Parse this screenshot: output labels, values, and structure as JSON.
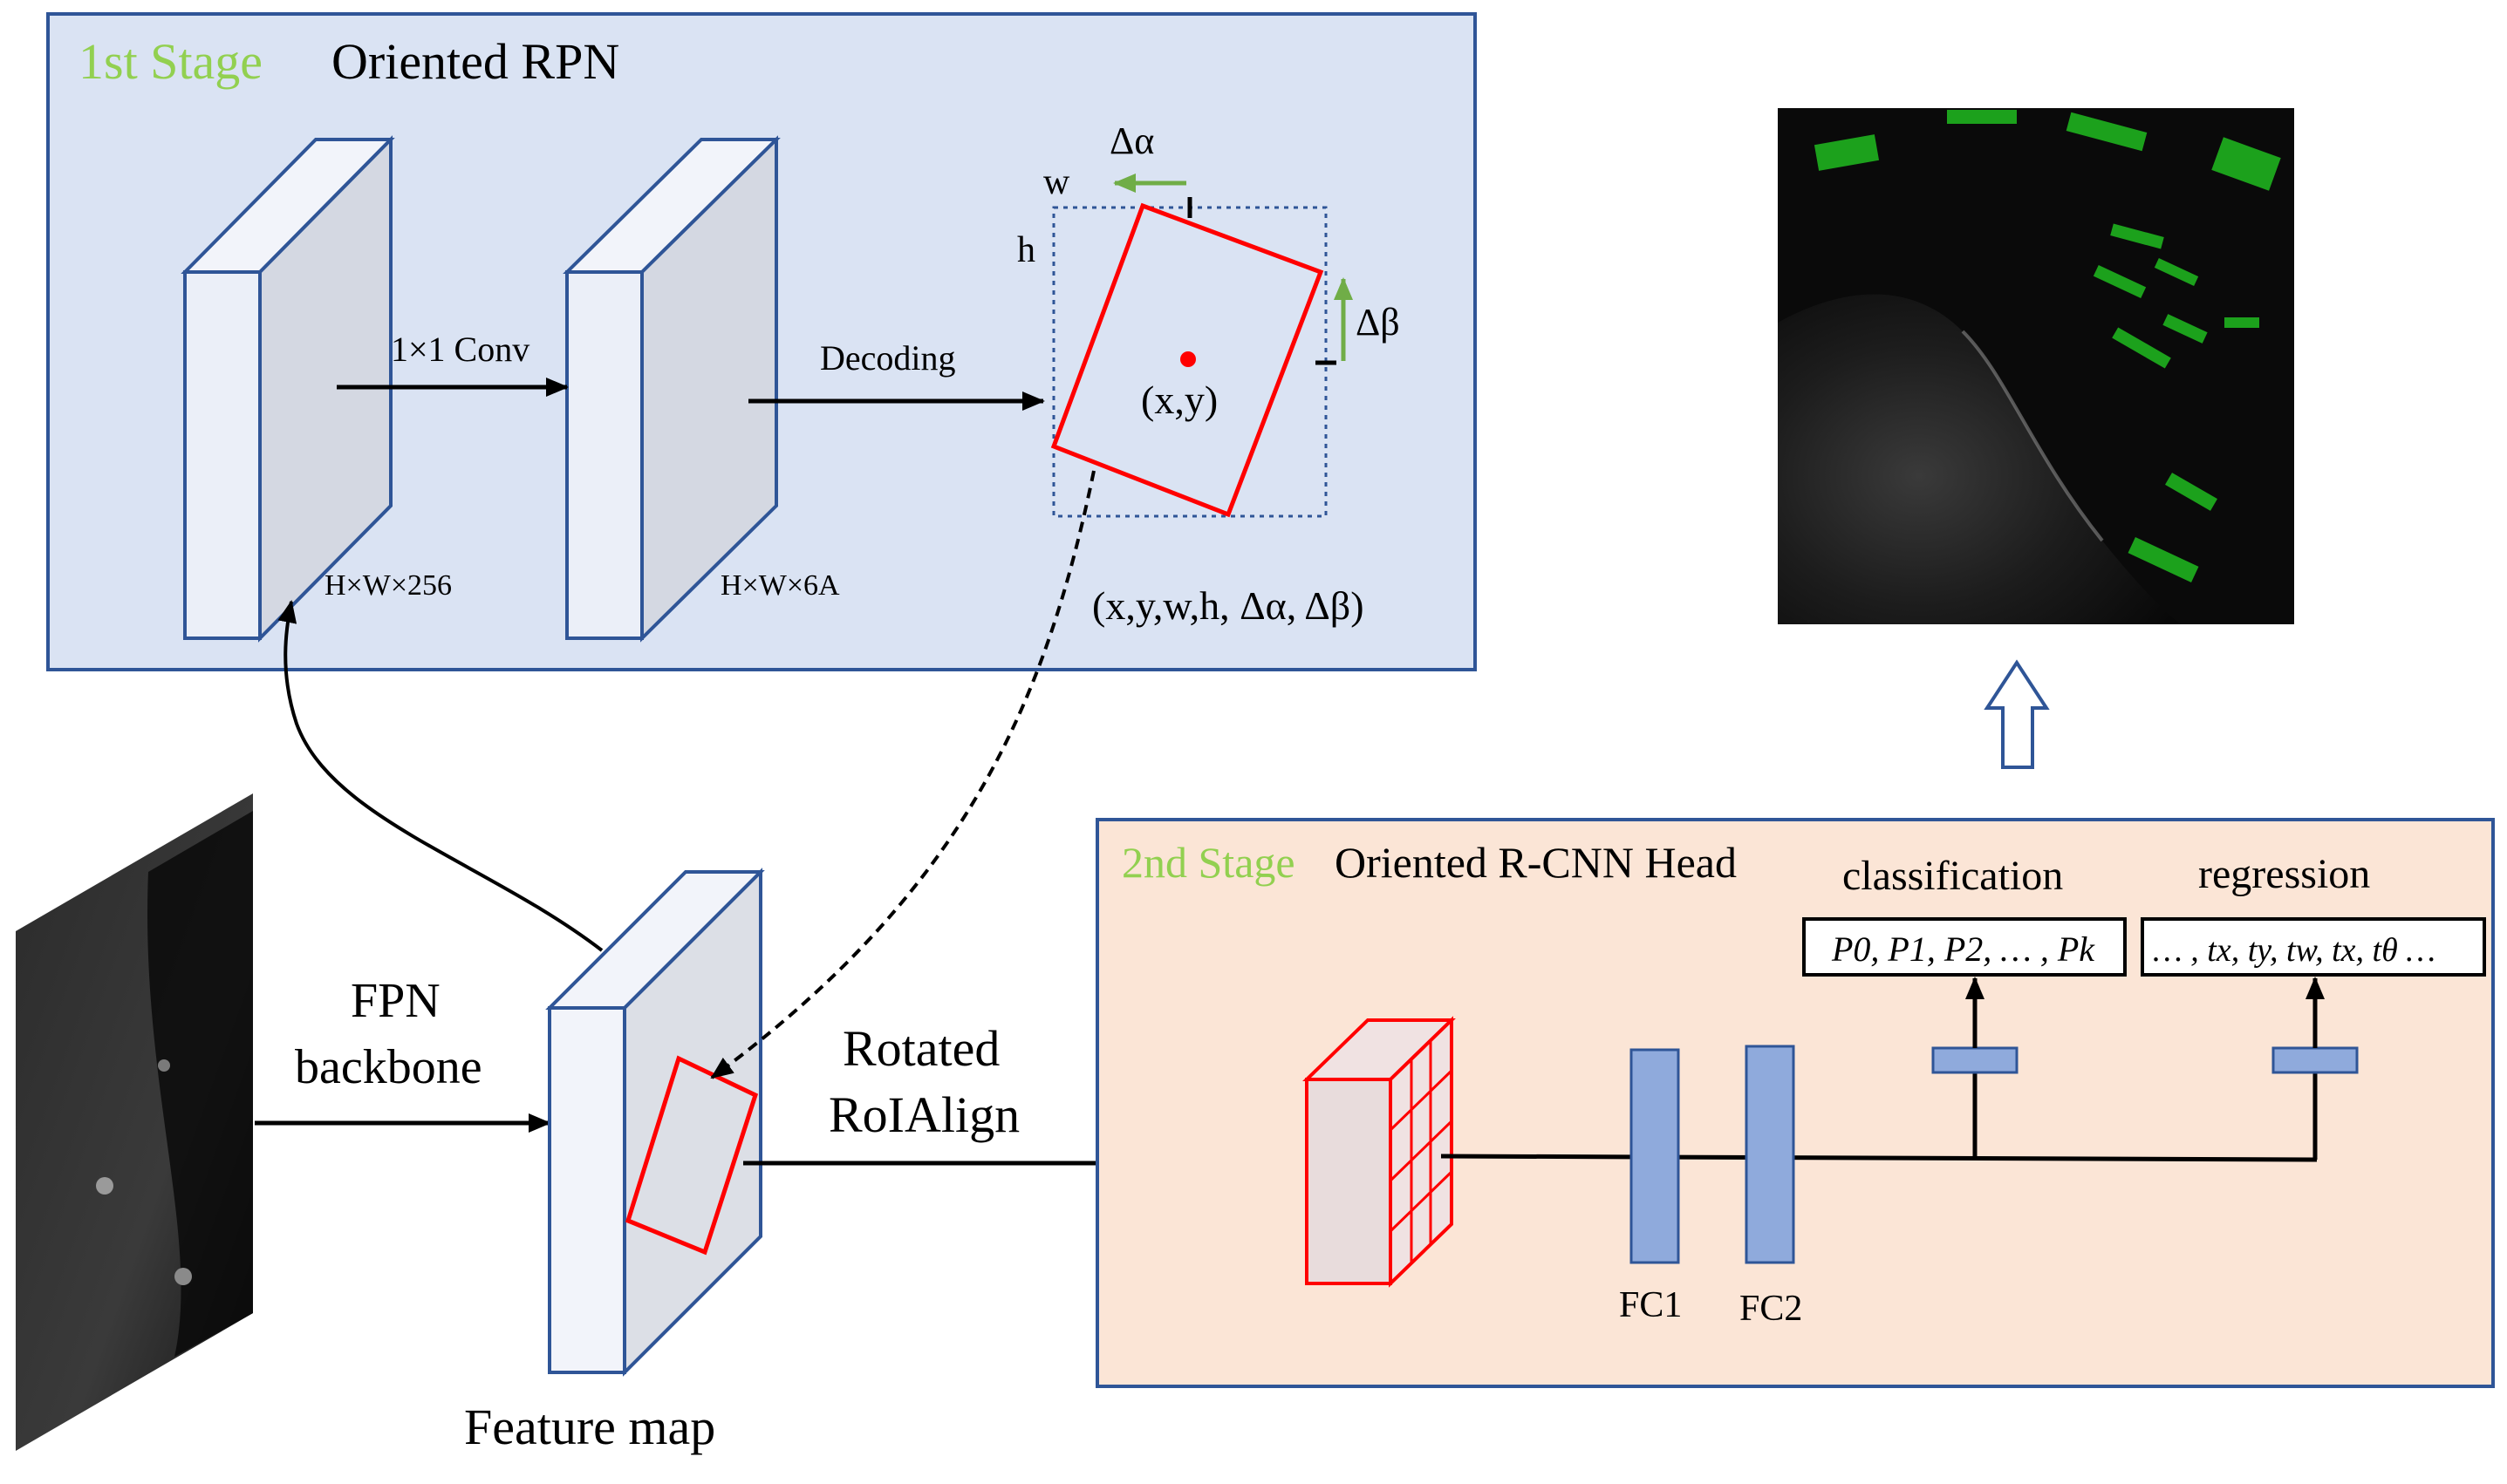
{
  "stage1": {
    "stage_label": "1st Stage",
    "title": "Oriented RPN",
    "conv_label": "1×1 Conv",
    "decoding_label": "Decoding",
    "block1_dims": "H×W×256",
    "block2_dims": "H×W×6A",
    "box_w": "w",
    "box_h": "h",
    "delta_alpha": "Δα",
    "delta_beta": "Δβ",
    "center_label": "(x,y)",
    "output_params": "(x,y,w,h, Δα, Δβ)"
  },
  "backbone": {
    "label_line1": "FPN",
    "label_line2": "backbone",
    "feature_map_label": "Feature map",
    "roialign_line1": "Rotated",
    "roialign_line2": "RoIAlign"
  },
  "stage2": {
    "stage_label": "2nd Stage",
    "title": "Oriented R-CNN Head",
    "classification_label": "classification",
    "regression_label": "regression",
    "fc1_label": "FC1",
    "fc2_label": "FC2",
    "classification_output": "P0, P1, P2, … , Pk",
    "regression_output": "… , tx, ty, tw, tx, tθ …"
  },
  "colors": {
    "stage_label_green": "#92d050",
    "stage1_bg": "#dae3f3",
    "stage2_bg": "#fbe5d6",
    "panel_border": "#2f5597",
    "box_red": "#ff0000",
    "fc_blue": "#8faadc",
    "arrow_green": "#70ad47"
  }
}
